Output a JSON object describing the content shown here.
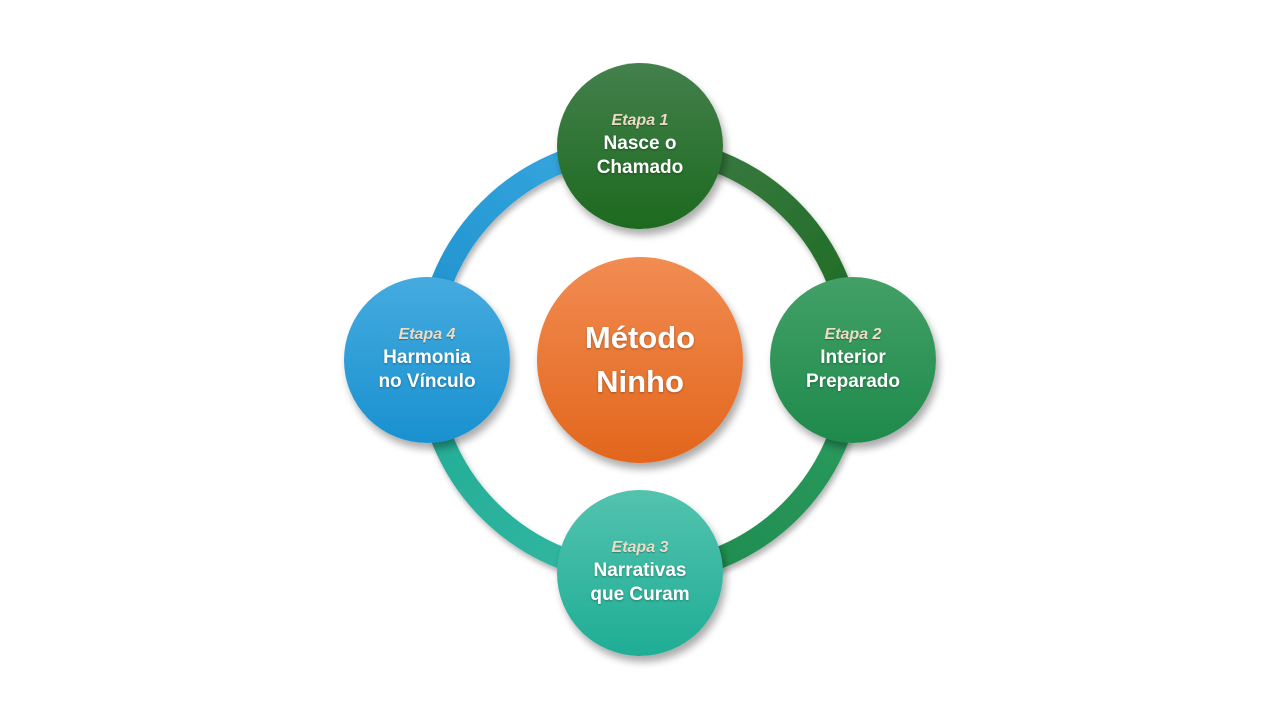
{
  "background": "#FFFFFF",
  "center": {
    "line1": "Método",
    "line2": "Ninho",
    "color_top": "#F28C52",
    "color_bottom": "#E2661C"
  },
  "stages": [
    {
      "tag": "Etapa 1",
      "line1": "Nasce o",
      "line2": "Chamado",
      "position": "top",
      "color_top": "#44804C",
      "color_bottom": "#1C6A1F"
    },
    {
      "tag": "Etapa 2",
      "line1": "Interior",
      "line2": "Preparado",
      "position": "right",
      "color_top": "#43A067",
      "color_bottom": "#1E8A4B"
    },
    {
      "tag": "Etapa 3",
      "line1": "Narrativas",
      "line2": "que Curam",
      "position": "bottom",
      "color_top": "#53C3AF",
      "color_bottom": "#1FAD95"
    },
    {
      "tag": "Etapa 4",
      "line1": "Harmonia",
      "line2": "no Vínculo",
      "position": "left",
      "color_top": "#45ABDF",
      "color_bottom": "#1991D0"
    }
  ],
  "ring": {
    "arc_top_left_color": "#2AA2DC",
    "arc_top_right_color": "#2C7334",
    "arc_bottom_right_color": "#259256",
    "arc_bottom_left_color": "#2AB29C"
  },
  "text_colors": {
    "stage_tag": "#EDDCC5",
    "stage_label": "#FFFFFF",
    "center_label": "#FFFFFF"
  }
}
